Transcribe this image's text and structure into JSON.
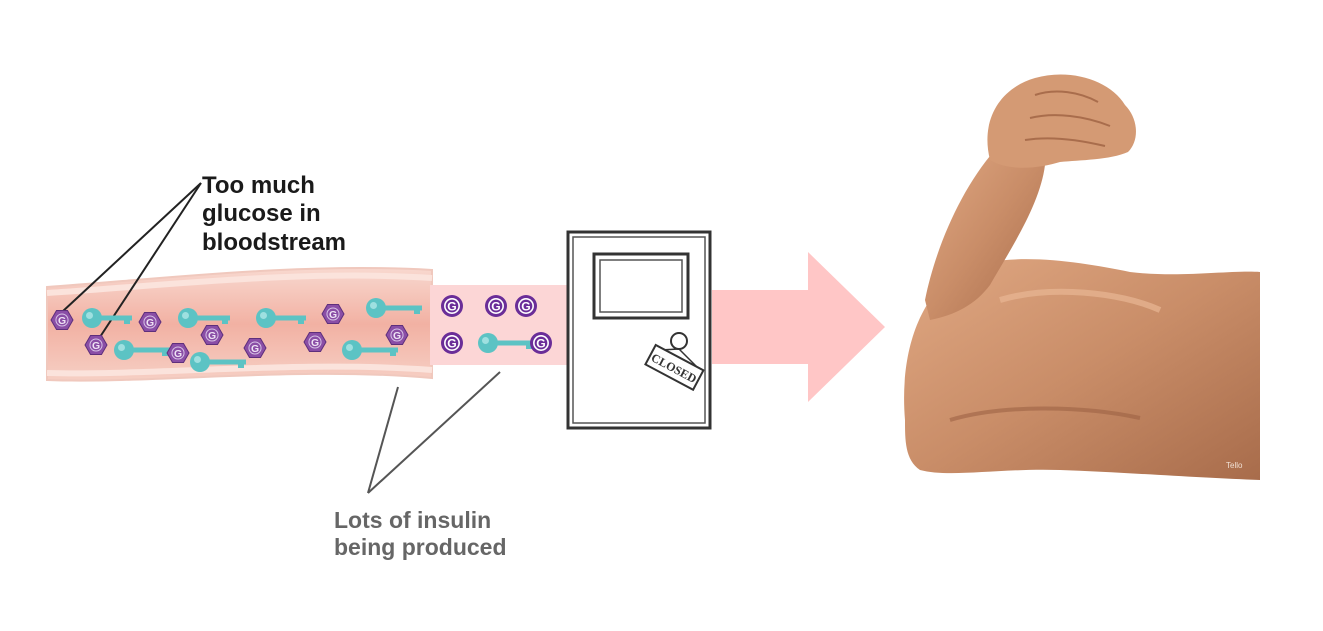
{
  "labels": {
    "glucose": [
      "Too much",
      "glucose in",
      "bloodstream"
    ],
    "insulin": [
      "Lots of insulin",
      "being produced"
    ]
  },
  "door_sign": "CLOSED",
  "glucose_letter": "G",
  "watermark": "Tello",
  "colors": {
    "vessel_fill": "#f4b6a9",
    "vessel_edge": "#e8c2b6",
    "glucose_hex": "#8a4ea6",
    "glucose_circle": "#6a2d98",
    "insulin_key": "#5cc3c4",
    "arrow": "#ffc1c1",
    "skin": "#c98d68"
  },
  "icons": {
    "glucose": "hexagon-icon",
    "insulin": "key-icon",
    "door": "closed-door-icon",
    "arrow": "right-arrow-icon",
    "muscle": "flexed-arm-icon"
  }
}
